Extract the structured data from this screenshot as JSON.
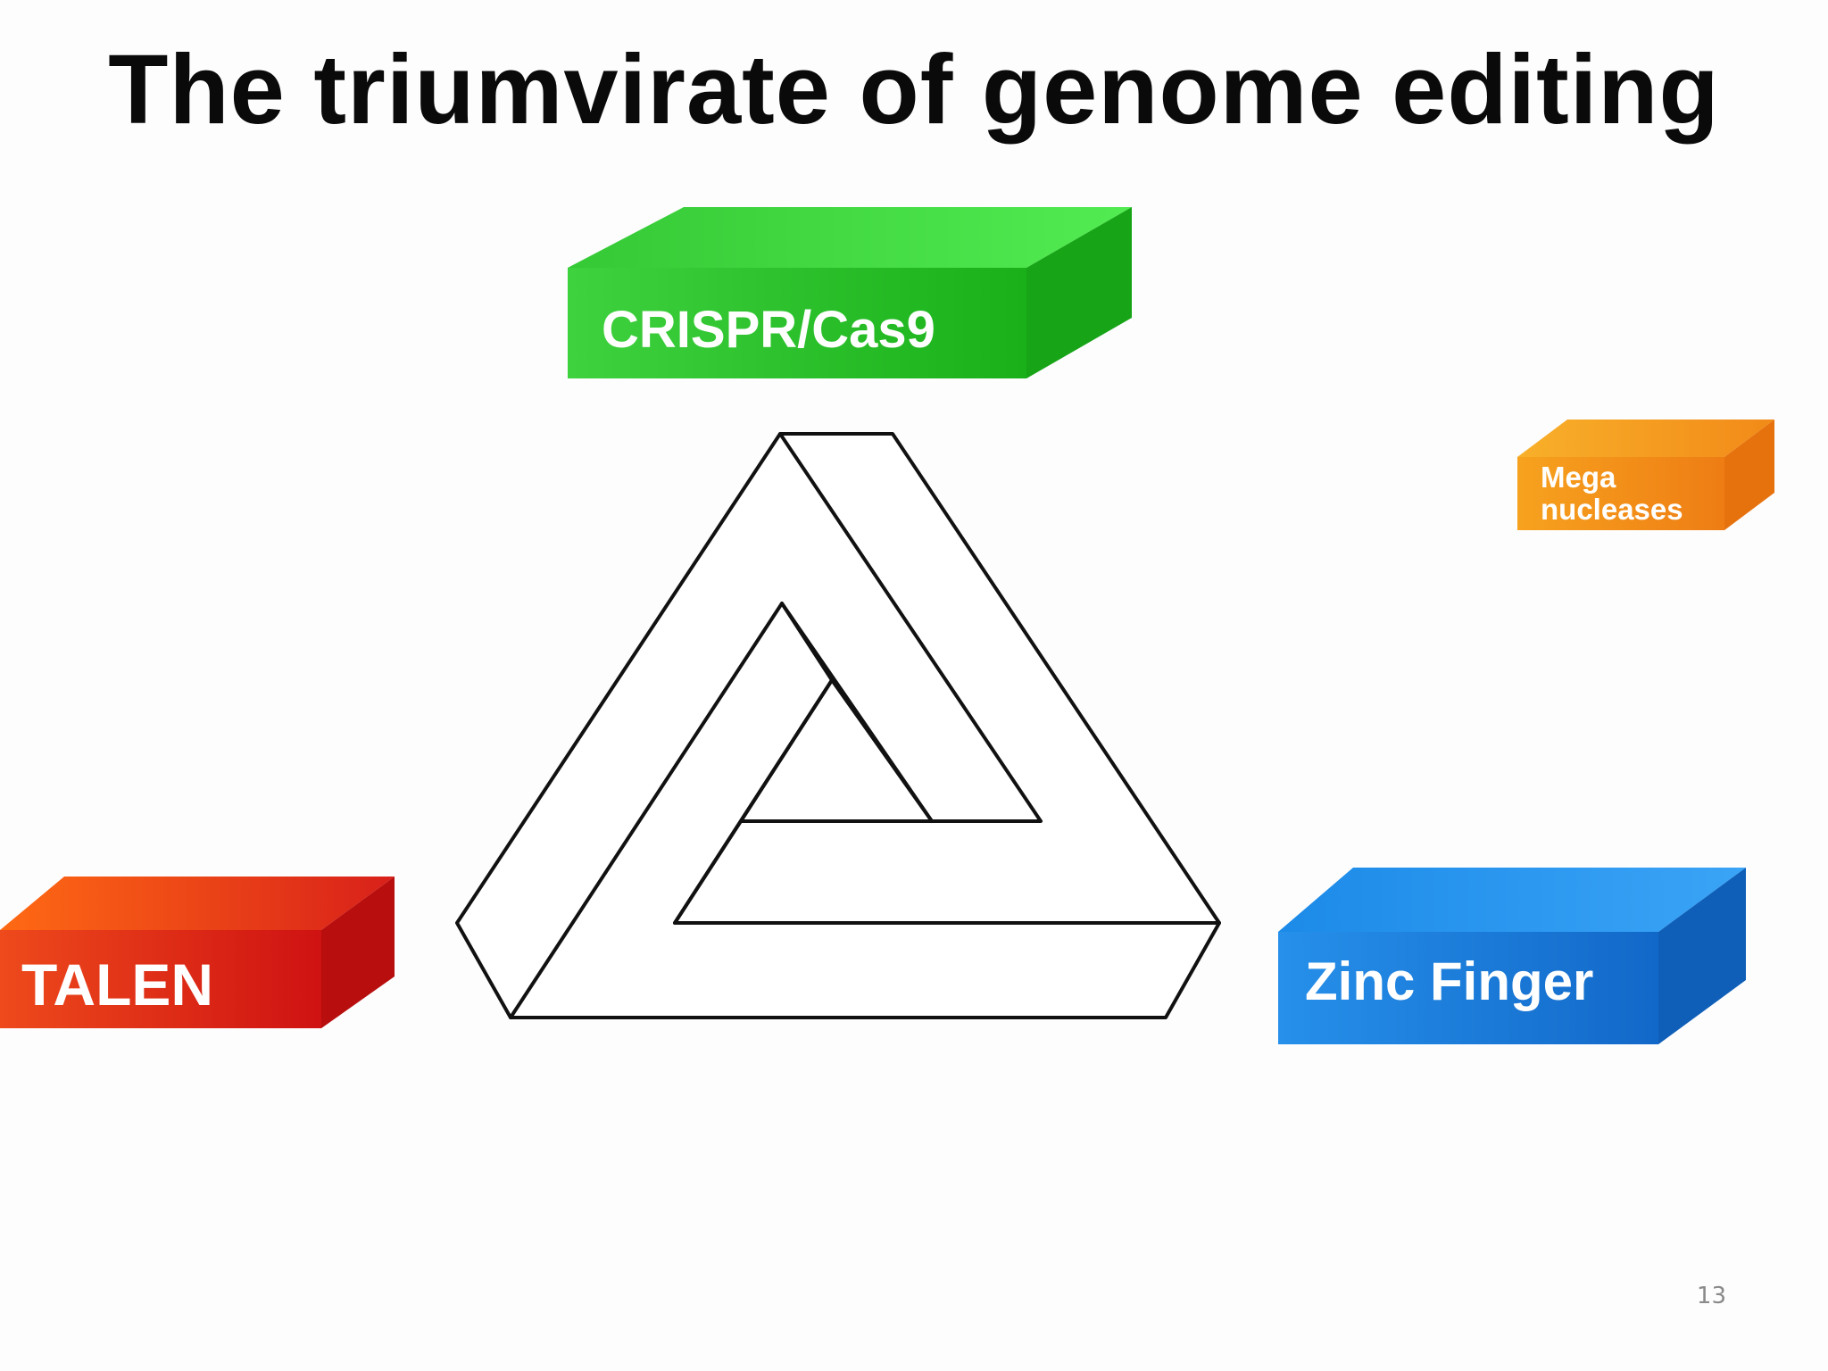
{
  "slide": {
    "title": "The triumvirate of genome editing",
    "page_number": "13"
  },
  "blocks": [
    {
      "id": "crispr",
      "lines": [
        "CRISPR/Cas9"
      ],
      "color": "#2fc52f"
    },
    {
      "id": "mega",
      "lines": [
        "Mega",
        "nucleases"
      ],
      "color": "#f59a1a"
    },
    {
      "id": "talen",
      "lines": [
        "TALEN"
      ],
      "color": "#e0301c"
    },
    {
      "id": "zinc",
      "lines": [
        "Zinc Finger"
      ],
      "color": "#1f86e0"
    }
  ],
  "center_figure": "impossible-triangle"
}
